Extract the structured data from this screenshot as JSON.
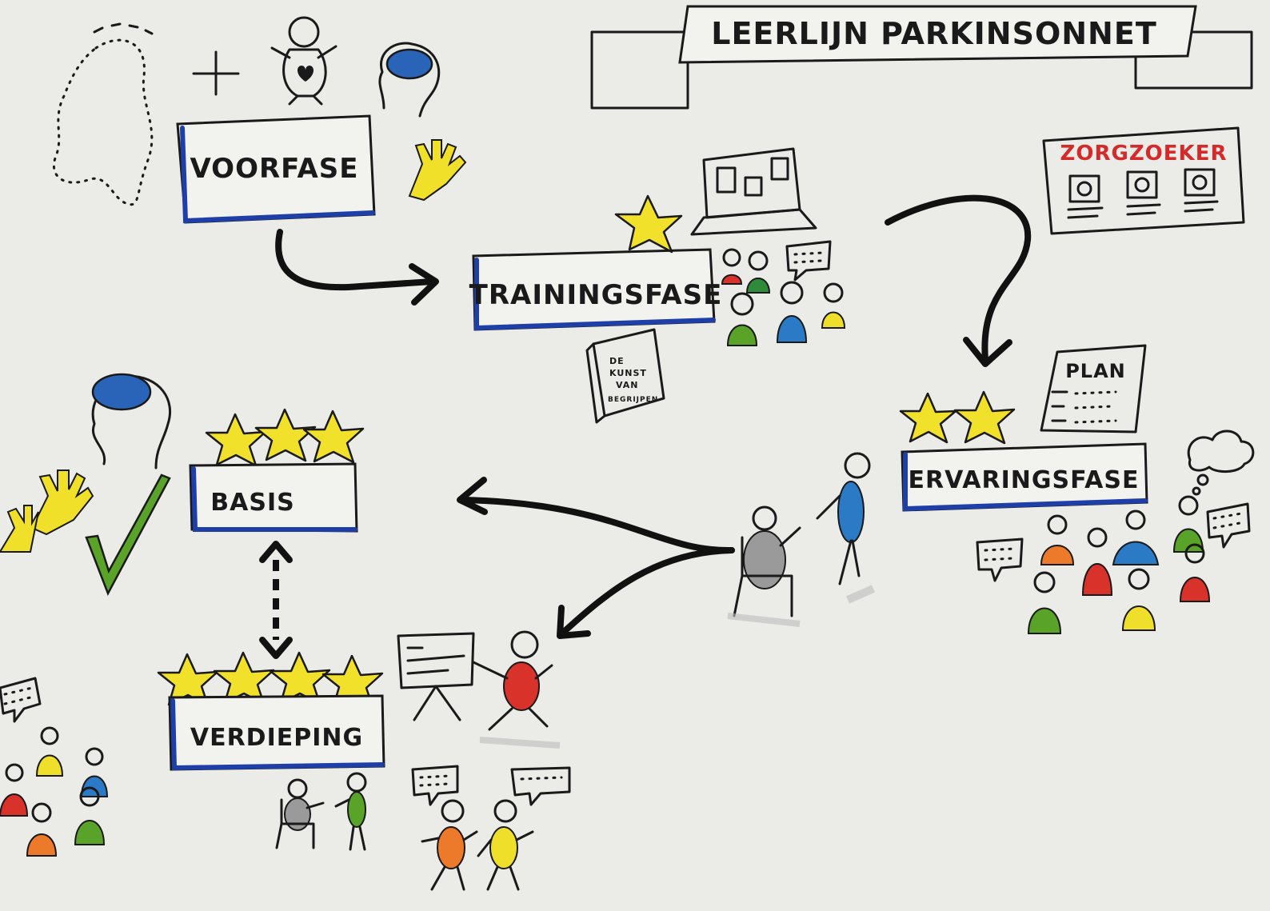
{
  "title": "LEERLIJN PARKINSONNET",
  "phases": {
    "voorfase": "VOORFASE",
    "trainingsfase": "TRAININGSFASE",
    "ervaringsfase": "ERVARINGSFASE",
    "basis": "BASIS",
    "verdieping": "VERDIEPING"
  },
  "zorgzoeker": {
    "label": "ZORGZOEKER",
    "label_color": "#d42a2a"
  },
  "plan": {
    "label": "PLAN"
  },
  "book": {
    "lines": [
      "DE",
      "KUNST",
      "VAN",
      "BEGRIJPEN"
    ]
  },
  "colors": {
    "frame_blue": "#1f3fa8",
    "star_yellow": "#f2e12a",
    "brain_blue": "#2a64b8",
    "hand_yellow": "#f0e02a",
    "check_green": "#5aa329",
    "person_red": "#d9322b",
    "person_green": "#5aa329",
    "person_blue": "#2a7ac6",
    "person_yellow": "#f0df2a",
    "person_orange": "#ec7a2a",
    "person_grey": "#9a9a9a"
  },
  "icons": [
    "netherlands-map-icon",
    "plus-icon",
    "person-heart-icon",
    "brain-head-icon",
    "hand-icon",
    "star-icon",
    "laptop-icon",
    "speech-bubble-icon",
    "book-icon",
    "zorgzoeker-website-icon",
    "plan-document-icon",
    "thought-cloud-icon",
    "check-icon",
    "wheelchair-person-icon",
    "presenter-icon",
    "arrow-icon"
  ]
}
